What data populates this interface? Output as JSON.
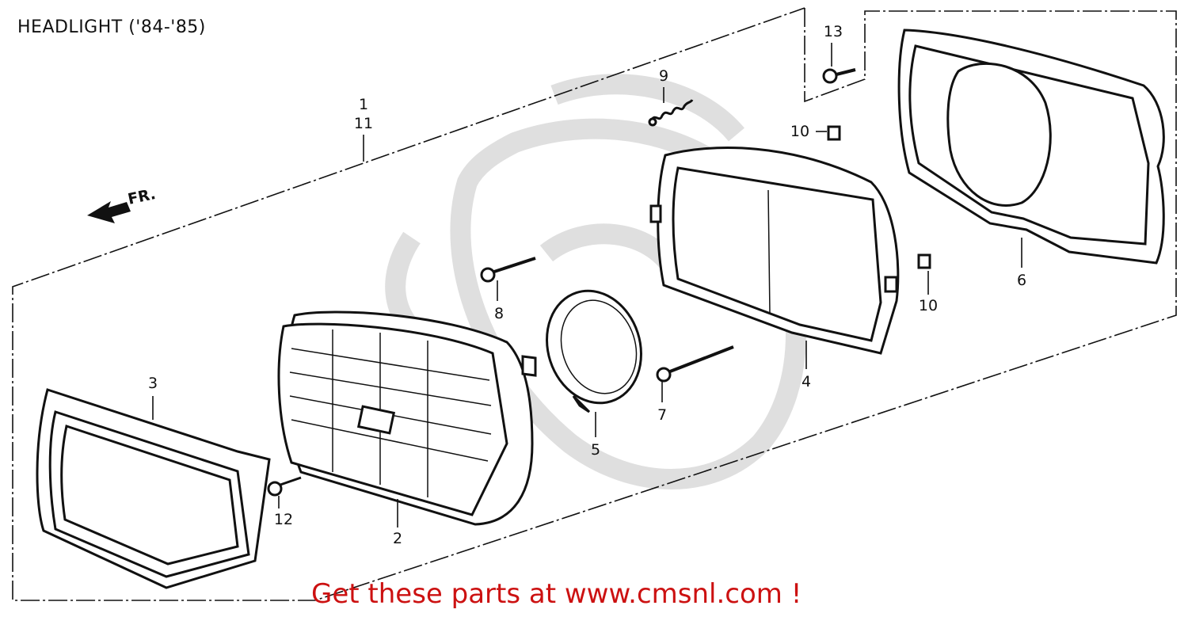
{
  "page": {
    "title": "HEADLIGHT ('84-'85)",
    "footer": "Get these parts at www.cmsnl.com !",
    "footer_color": "#cc1111"
  },
  "diagram": {
    "direction_label": "FR.",
    "callouts": [
      "1",
      "11",
      "2",
      "3",
      "4",
      "5",
      "6",
      "7",
      "8",
      "9",
      "10",
      "10",
      "12",
      "13"
    ]
  }
}
